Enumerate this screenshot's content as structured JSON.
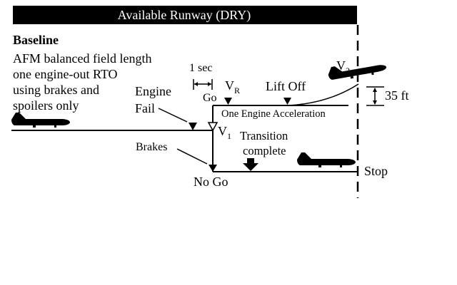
{
  "header": {
    "title": "Available Runway (DRY)"
  },
  "baseline": {
    "heading": "Baseline",
    "description": [
      "AFM balanced field length",
      "one engine-out RTO",
      "using brakes and",
      "spoilers only"
    ]
  },
  "labels": {
    "one_sec": "1 sec",
    "go": "Go",
    "vr": "V",
    "vr_sub": "R",
    "lift_off": "Lift Off",
    "v2": "V",
    "v2_sub": "2",
    "height": "35 ft",
    "engine": "Engine",
    "fail": "Fail",
    "one_engine_accel": "One Engine Acceleration",
    "v1": "V",
    "v1_sub": "1",
    "brakes": "Brakes",
    "transition": "Transition",
    "complete": "complete",
    "no_go": "No Go",
    "stop": "Stop"
  }
}
